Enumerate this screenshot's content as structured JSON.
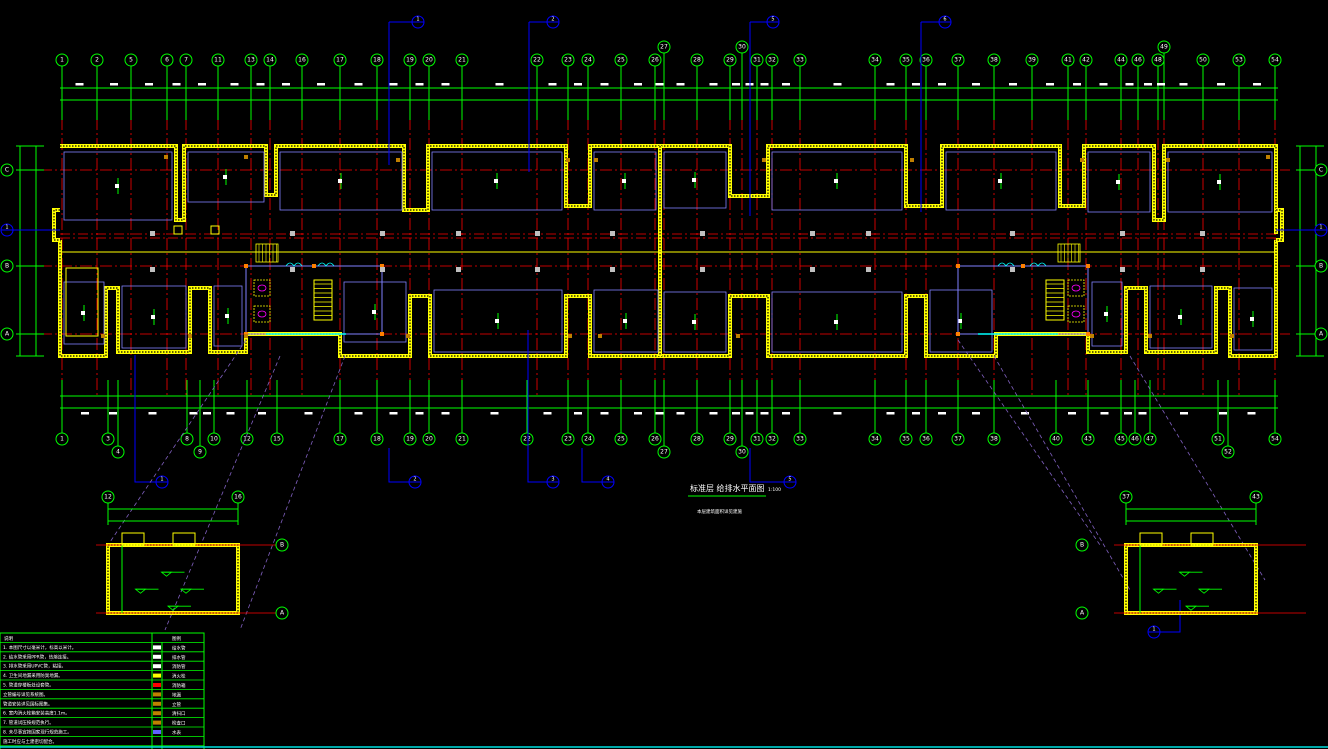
{
  "drawing": {
    "title": "标准层 给排水平面图",
    "scale": "1:100",
    "subtitle": "本层建筑面积详见建施"
  },
  "colors": {
    "background": "#000000",
    "axis": "#00ff00",
    "wall": "#ffff00",
    "centerline": "#ff0000",
    "pipe": "#8080ff",
    "section": "#0000ff",
    "white": "#ffffff",
    "magenta": "#ff00ff",
    "cyan": "#00ffff",
    "orange": "#ff8000",
    "dashed": "#8060c0",
    "brown": "#c08000"
  },
  "top_axes": [
    "1",
    "2",
    "5",
    "6",
    "7",
    "11",
    "13",
    "14",
    "16",
    "17",
    "18",
    "19",
    "20",
    "21",
    "22",
    "23",
    "24",
    "25",
    "26",
    "27",
    "28",
    "29",
    "30",
    "31",
    "32",
    "33",
    "34",
    "35",
    "36",
    "37",
    "38",
    "39",
    "41",
    "42",
    "44",
    "46",
    "48",
    "49",
    "50",
    "53",
    "54"
  ],
  "bottom_axes": [
    "1",
    "3",
    "4",
    "8",
    "9",
    "10",
    "12",
    "15",
    "17",
    "18",
    "19",
    "20",
    "21",
    "22",
    "23",
    "24",
    "25",
    "26",
    "27",
    "28",
    "29",
    "30",
    "31",
    "32",
    "33",
    "34",
    "35",
    "36",
    "37",
    "38",
    "40",
    "43",
    "45",
    "46",
    "47",
    "51",
    "52",
    "54"
  ],
  "row_axes": [
    "C",
    "B",
    "A"
  ],
  "section_markers": {
    "top": [
      "1",
      "2",
      "5",
      "6"
    ],
    "bottom": [
      "1",
      "2",
      "3",
      "4",
      "5"
    ],
    "left": "1",
    "right": "1",
    "detail_right": "1"
  },
  "details": [
    {
      "name": "left-enlarged-plan",
      "axes_top": [
        "12",
        "16"
      ],
      "axes_side": [
        "B",
        "A"
      ]
    },
    {
      "name": "right-enlarged-plan",
      "axes_top": [
        "37",
        "43"
      ],
      "axes_side": [
        "B",
        "A"
      ]
    }
  ],
  "legend": {
    "header_left": "说明",
    "header_right": "图例",
    "notes": [
      "1. 本图尺寸以毫米计，标高以米计。",
      "2. 给水管采用PPR管，热熔连接。",
      "3. 排水管采用UPVC管，粘接。",
      "4. 卫生间地漏采用防臭地漏。",
      "5. 管道穿楼板处设套管。",
      "   立管编号详见系统图。",
      "   管道安装详见国标图集。",
      "6. 室内消火栓箱安装高度1.1m。",
      "7. 管道试压按规范执行。",
      "8. 未尽事宜按国家现行规范施工。",
      "   施工时应与土建密切配合。"
    ],
    "symbols": [
      "给水管",
      "排水管",
      "消防管",
      "消火栓",
      "消防箱",
      "地漏",
      "立管",
      "清扫口",
      "检查口",
      "水表"
    ]
  }
}
